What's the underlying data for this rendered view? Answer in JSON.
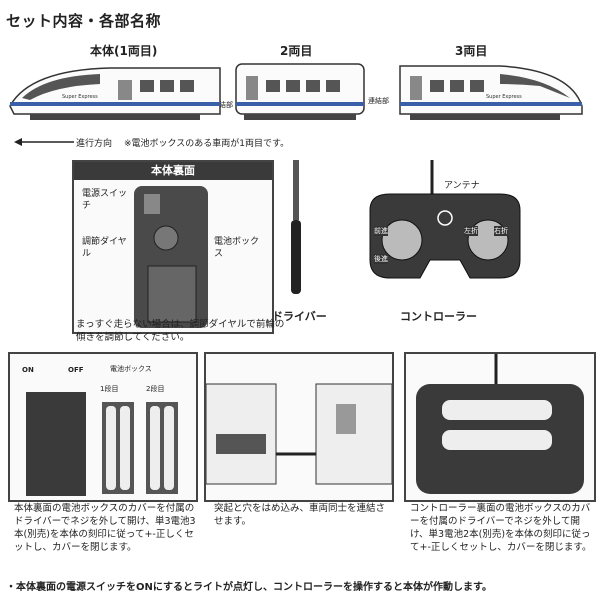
{
  "header": {
    "title": "セット内容・各部名称"
  },
  "train": {
    "car1": "本体(1両目)",
    "car2": "2両目",
    "car3": "3両目",
    "coupler_left": "連結部",
    "coupler_right": "連結部",
    "brand": "Super Express",
    "direction": "進行方向",
    "note": "※電池ボックスのある車両が1両目です。"
  },
  "underside": {
    "title": "本体裏面",
    "power_switch": "電源スイッチ",
    "dial": "調節ダイヤル",
    "battery_box": "電池ボックス",
    "caption": "まっすぐ走らない場合は、調節ダイヤルで前輪の傾きを調節してください。"
  },
  "driver": {
    "label": "ドライバー"
  },
  "controller": {
    "antenna": "アンテナ",
    "forward": "前進",
    "back": "後進",
    "left": "左折",
    "right": "右折",
    "label": "コントローラー"
  },
  "steps": {
    "on": "ON",
    "off": "OFF",
    "battery_box": "電池ボックス",
    "tier1": "1段目",
    "tier2": "2段目",
    "step1": "本体裏面の電池ボックスのカバーを付属のドライバーでネジを外して開け、単3電池3本(別売)を本体の刻印に従って+-正しくセットし、カバーを閉じます。",
    "step2": "突起と穴をはめ込み、車両同士を連結させます。",
    "step3": "コントローラー裏面の電池ボックスのカバーを付属のドライバーでネジを外して開け、単3電池2本(別売)を本体の刻印に従って+-正しくセットし、カバーを閉じます。"
  },
  "footer": {
    "note": "・本体裏面の電源スイッチをONにするとライトが点灯し、コントローラーを操作すると本体が作動します。"
  }
}
